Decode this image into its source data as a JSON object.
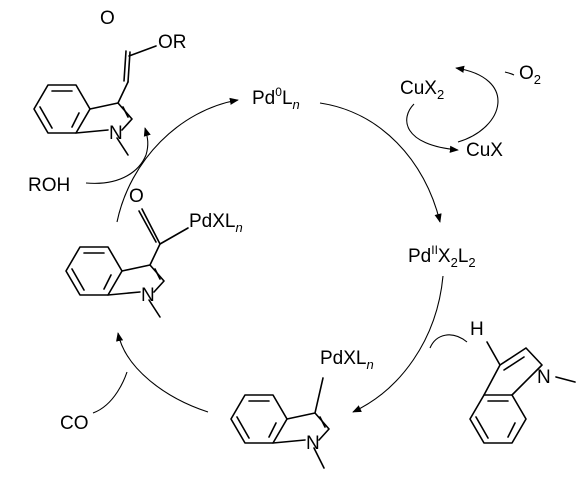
{
  "catalyst": {
    "pd0": {
      "main": "Pd",
      "sup": "0",
      "l": "L",
      "n": "n"
    },
    "pd2": {
      "main": "Pd",
      "sup": "II",
      "x": "X",
      "x_sub": "2",
      "l": "L",
      "l_sub": "2"
    }
  },
  "copper": {
    "cux2": {
      "main": "CuX",
      "sub": "2"
    },
    "cux": "CuX",
    "o2": {
      "main": "O",
      "sub": "2"
    }
  },
  "reagents": {
    "roh": "ROH",
    "co": "CO"
  },
  "substituents": {
    "pdxl": {
      "main": "PdXL",
      "sub": "n"
    },
    "acyl_o": "O",
    "ester_o": "O",
    "ester_or": "OR",
    "n_atom": "N",
    "h_atom": "H"
  },
  "colors": {
    "ink": "#000000",
    "background": "#ffffff"
  }
}
